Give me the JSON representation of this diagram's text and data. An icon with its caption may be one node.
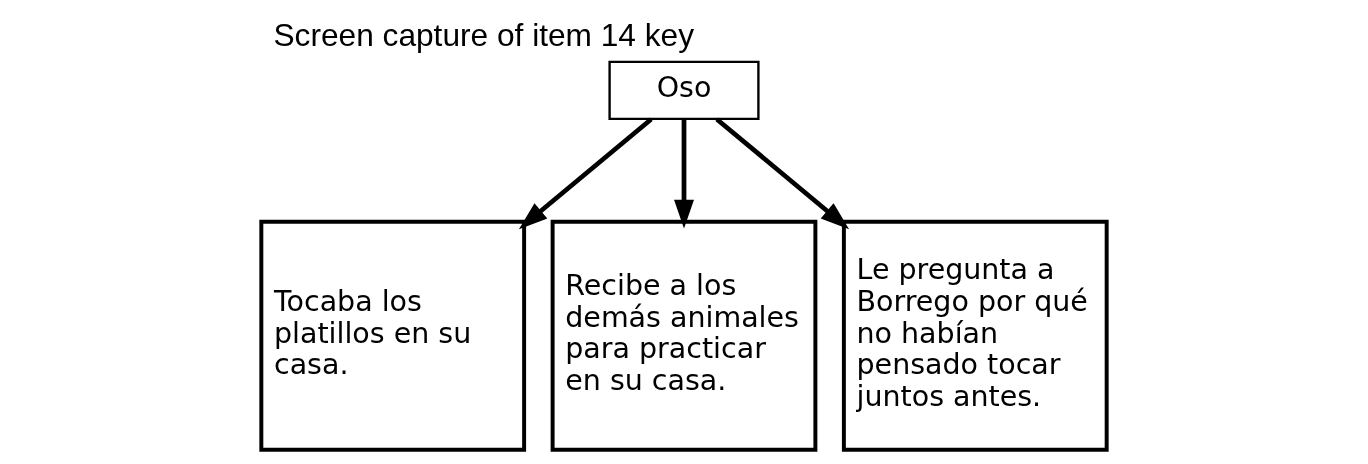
{
  "diagram": {
    "title": "Screen capture of item 14 key",
    "nodes": [
      {
        "text": [
          "Oso"
        ]
      },
      {
        "text": [
          "Tocaba los platillos en su casa."
        ]
      },
      {
        "text": [
          "Recibe a los demás animales para practicar en su casa."
        ]
      },
      {
        "text": [
          "Le pregunta a Borrego por qué no habían pensado tocar juntos antes."
        ]
      }
    ],
    "edges": [
      {
        "from": 0,
        "to": 1,
        "arrow": "to"
      },
      {
        "from": 0,
        "to": 2,
        "arrow": "to"
      },
      {
        "from": 0,
        "to": 3,
        "arrow": "to"
      }
    ]
  }
}
